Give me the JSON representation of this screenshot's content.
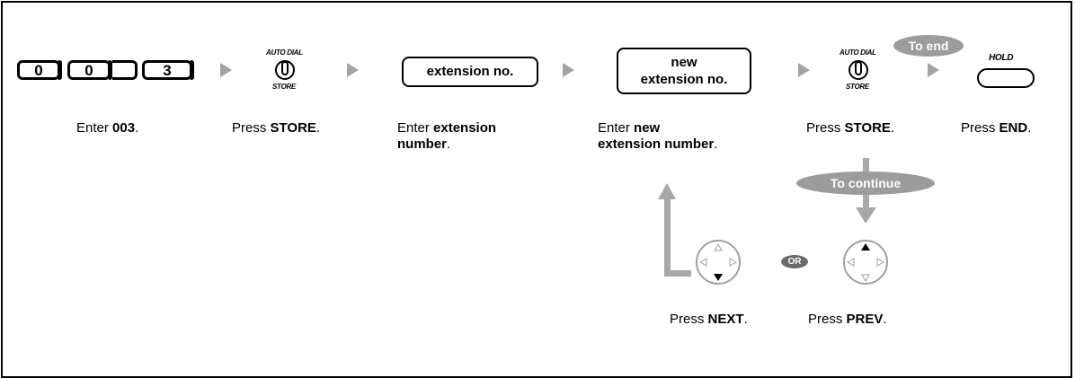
{
  "keys": [
    "0",
    "0",
    "3"
  ],
  "store_button": {
    "top_label": "AUTO DIAL",
    "bottom_label": "STORE"
  },
  "boxes": {
    "extension": "extension no.",
    "new_extension_line1": "new",
    "new_extension_line2": "extension no."
  },
  "hold_button": {
    "label": "HOLD"
  },
  "badges": {
    "to_end": "To end",
    "to_continue": "To continue",
    "or": "OR"
  },
  "captions": {
    "step1": {
      "pre": "Enter ",
      "bold": "003",
      "post": "."
    },
    "step2": {
      "pre": "Press ",
      "bold": "STORE",
      "post": "."
    },
    "step3": {
      "pre": "Enter ",
      "bold1": "extension",
      "bold2": "number",
      "post": "."
    },
    "step4": {
      "pre": "Enter ",
      "bold1": "new",
      "bold2": "extension number",
      "post": "."
    },
    "step5": {
      "pre": "Press ",
      "bold": "STORE",
      "post": "."
    },
    "step6": {
      "pre": "Press ",
      "bold": "END",
      "post": "."
    },
    "next": {
      "pre": "Press ",
      "bold": "NEXT",
      "post": "."
    },
    "prev": {
      "pre": "Press ",
      "bold": "PREV",
      "post": "."
    }
  },
  "colors": {
    "arrow_gray": "#a3a3a3",
    "badge_gray": "#9c9c9c",
    "line": "#000000"
  }
}
